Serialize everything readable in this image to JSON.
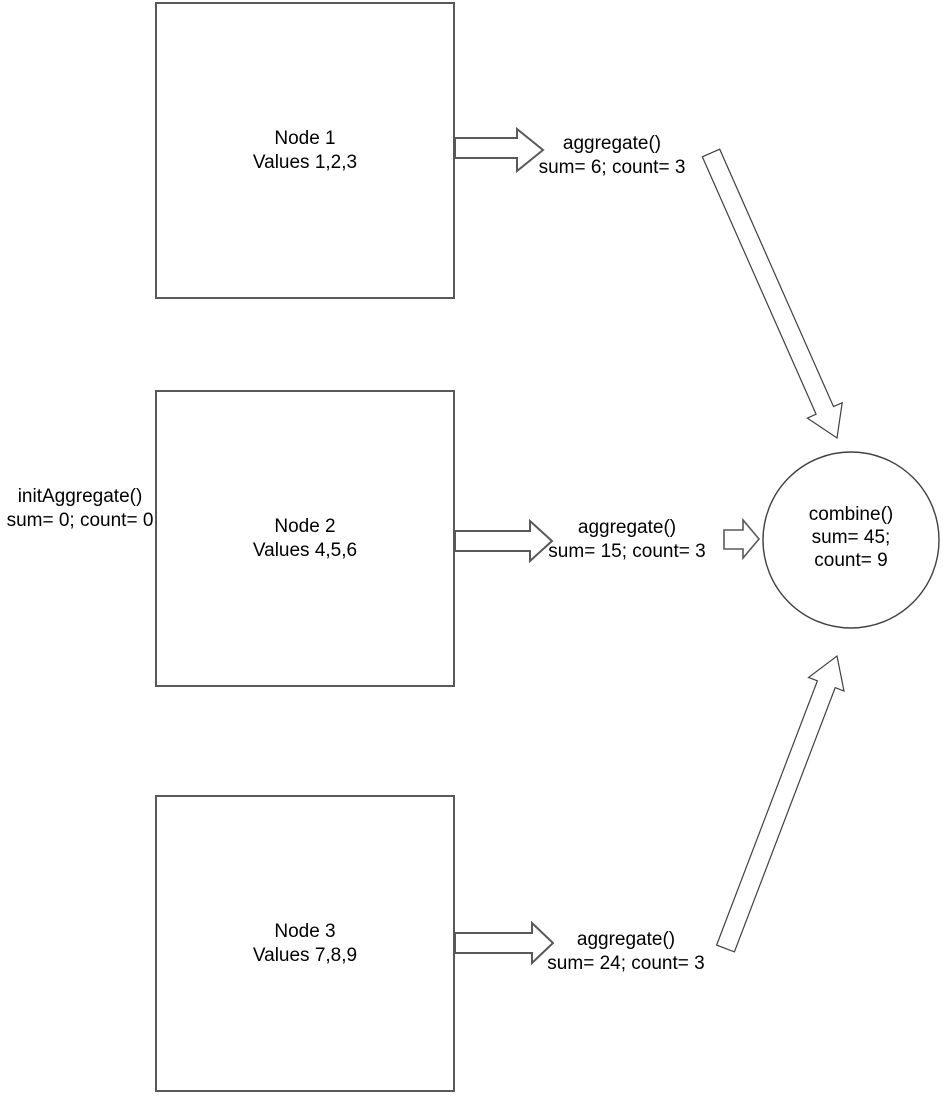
{
  "diagram": {
    "nodes": [
      {
        "title": "Node 1",
        "values": "Values 1,2,3",
        "aggregate": {
          "fn": "aggregate()",
          "result": "sum= 6; count= 3"
        }
      },
      {
        "title": "Node 2",
        "values": "Values 4,5,6",
        "aggregate": {
          "fn": "aggregate()",
          "result": "sum= 15; count= 3"
        }
      },
      {
        "title": "Node 3",
        "values": "Values 7,8,9",
        "aggregate": {
          "fn": "aggregate()",
          "result": "sum= 24; count= 3"
        }
      }
    ],
    "init": {
      "fn": "initAggregate()",
      "result": "sum= 0; count= 0"
    },
    "combine": {
      "fn": "combine()",
      "sum_line": "sum= 45;",
      "count_line": "count= 9"
    },
    "colors": {
      "box_stroke": "#595959",
      "arrow_stroke": "#595959",
      "thin_stroke": "#404040",
      "text": "#000000",
      "background": "#ffffff"
    }
  }
}
